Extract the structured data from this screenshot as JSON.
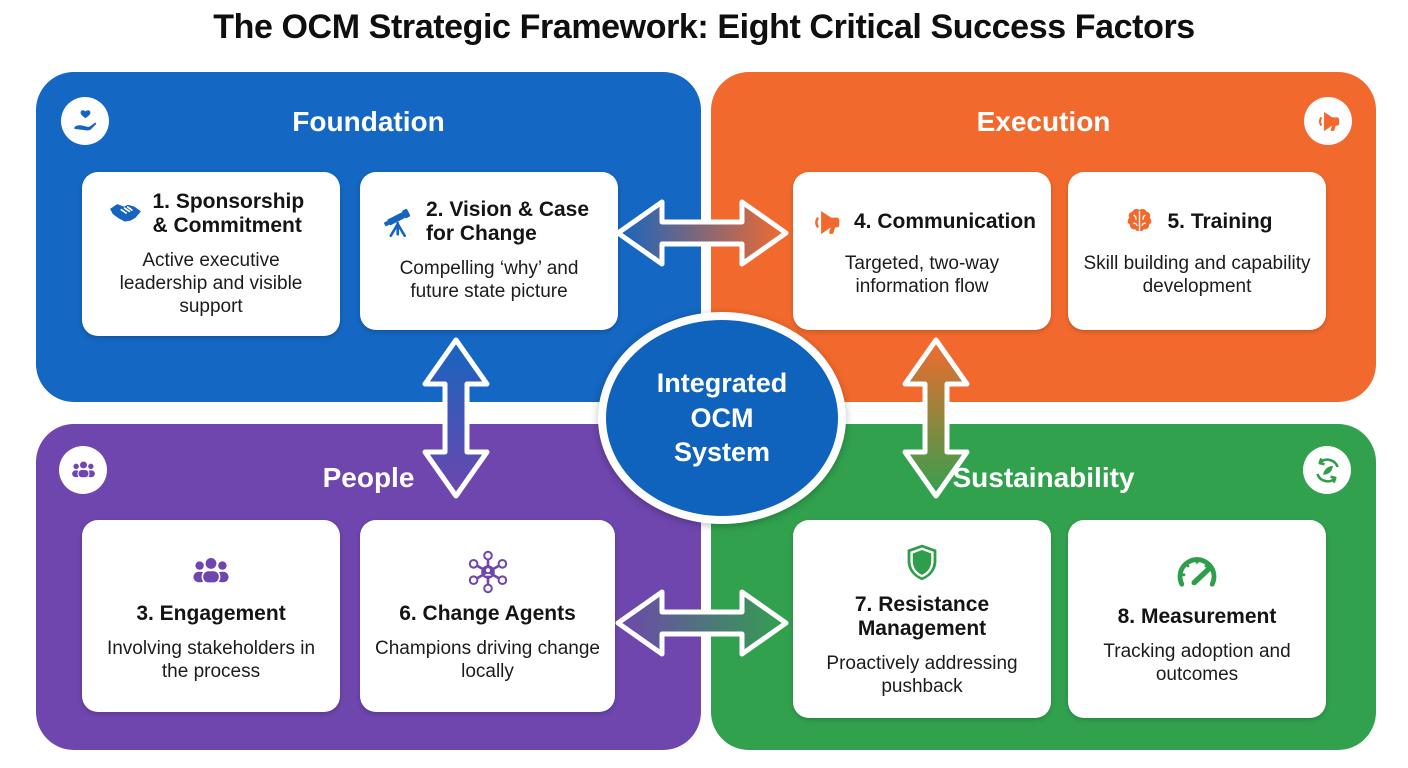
{
  "title": "The OCM Strategic Framework: Eight Critical Success Factors",
  "center": {
    "label": "Integrated OCM System",
    "color": "#0f63bd"
  },
  "quadrants": {
    "foundation": {
      "title": "Foundation",
      "color": "#1467c2",
      "corner_icon": "hand-heart-icon",
      "cards": [
        {
          "title": "1. Sponsorship & Commitment",
          "body": "Active executive leadership and visible support",
          "icon": "handshake-icon"
        },
        {
          "title": "2. Vision & Case for Change",
          "body": "Compelling ‘why’ and future state picture",
          "icon": "telescope-icon"
        }
      ]
    },
    "execution": {
      "title": "Execution",
      "color": "#f2692d",
      "corner_icon": "megaphone-icon",
      "cards": [
        {
          "title": "4. Communication",
          "body": "Targeted, two-way information flow",
          "icon": "megaphone-icon"
        },
        {
          "title": "5. Training",
          "body": "Skill building and capability development",
          "icon": "brain-icon"
        }
      ]
    },
    "people": {
      "title": "People",
      "color": "#6e46ad",
      "corner_icon": "people-icon",
      "cards": [
        {
          "title": "3. Engagement",
          "body": "Involving stakeholders in the process",
          "icon": "people-icon"
        },
        {
          "title": "6. Change Agents",
          "body": "Champions driving change locally",
          "icon": "network-icon"
        }
      ]
    },
    "sustainability": {
      "title": "Sustainability",
      "color": "#31a14e",
      "corner_icon": "leaf-cycle-icon",
      "cards": [
        {
          "title": "7. Resistance Management",
          "body": "Proactively addressing pushback",
          "icon": "shield-icon"
        },
        {
          "title": "8. Measurement",
          "body": "Tracking adoption and outcomes",
          "icon": "gauge-icon"
        }
      ]
    }
  }
}
